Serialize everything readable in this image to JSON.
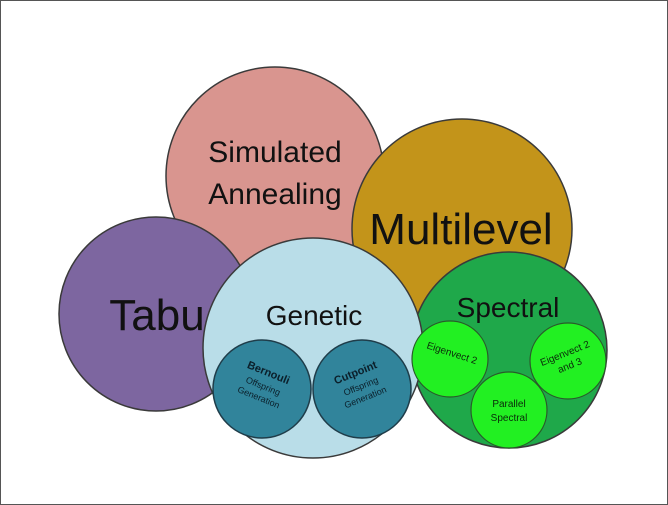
{
  "diagram": {
    "nodes": {
      "simulated_annealing": {
        "line1": "Simulated",
        "line2": "Annealing",
        "color": "#d9958f"
      },
      "multilevel": {
        "label": "Multilevel",
        "color": "#c3941a"
      },
      "tabu": {
        "label": "Tabu",
        "color": "#7d66a0"
      },
      "genetic": {
        "label": "Genetic",
        "color": "#b9dde8",
        "children": {
          "bernoulli": {
            "line1": "Bernouli",
            "line2": "Offspring",
            "line3": "Generation",
            "color": "#31849b"
          },
          "cutpoint": {
            "line1": "Cutpoint",
            "line2": "Offspring",
            "line3": "Generation",
            "color": "#31849b"
          }
        }
      },
      "spectral": {
        "label": "Spectral",
        "color": "#1fa84a",
        "children": {
          "eigenvect2": {
            "label": "Eigenvect 2",
            "color": "#22f022"
          },
          "eigenvect23": {
            "line1": "Eigenvect 2",
            "line2": "and 3",
            "color": "#22f022"
          },
          "parallel": {
            "line1": "Parallel",
            "line2": "Spectral",
            "color": "#22f022"
          }
        }
      }
    }
  }
}
